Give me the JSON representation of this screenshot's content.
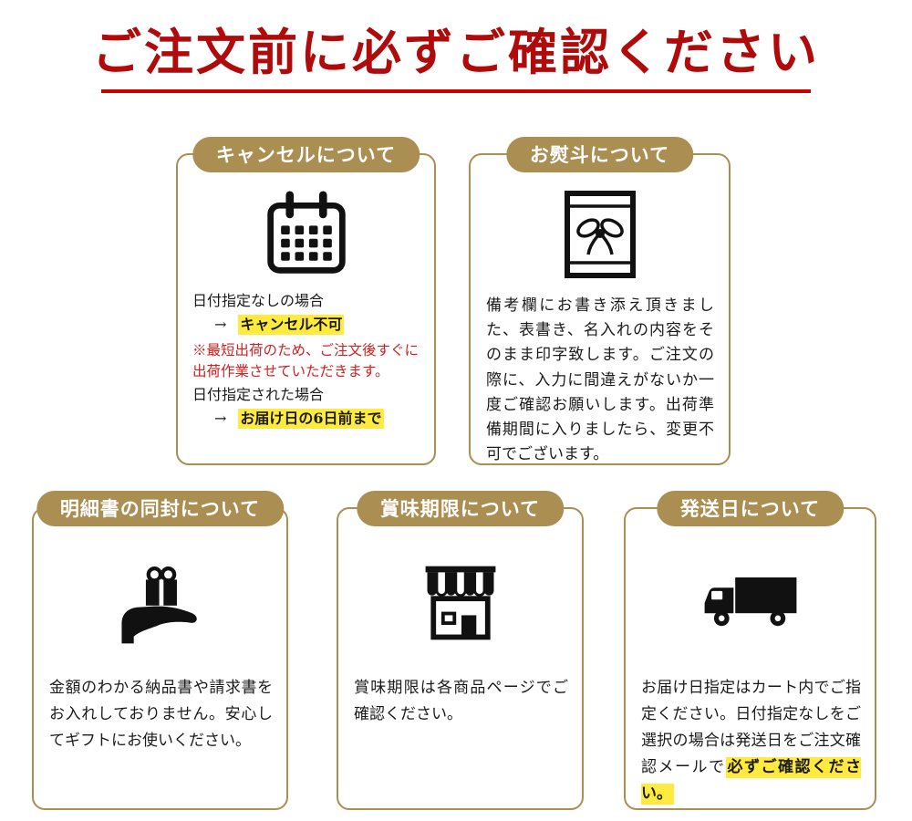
{
  "title": "ご注文前に必ずご確認ください",
  "colors": {
    "title_red": "#b00a0a",
    "underline_red": "#c70000",
    "gold_accent": "#ab8e52",
    "highlight_yellow": "#ffeb3d",
    "note_red": "#d32020",
    "text_black": "#1b1b1b"
  },
  "icons": {
    "cancel": "calendar-icon",
    "noshi": "noshi-gift-wrap-icon",
    "statement": "hand-holding-gift-icon",
    "expiry": "storefront-icon",
    "shipping": "delivery-truck-icon"
  },
  "cards": {
    "cancel": {
      "header": "キャンセルについて",
      "case1": "日付指定なしの場合",
      "arrow1": "→",
      "case1_result": "キャンセル不可",
      "note": "※最短出荷のため、ご注文後すぐに出荷作業させていただきます。",
      "case2": "日付指定された場合",
      "arrow2": "→",
      "case2_result": "お届け日の6日前まで"
    },
    "noshi": {
      "header": "お熨斗について",
      "body": "備考欄にお書き添え頂きました、表書き、名入れの内容をそのまま印字致します。ご注文の際に、入力に間違えがないか一度ご確認お願いします。出荷準備期間に入りましたら、変更不可でございます。"
    },
    "statement": {
      "header": "明細書の同封について",
      "body": "金額のわかる納品書や請求書をお入れしておりません。安心してギフトにお使いください。"
    },
    "expiry": {
      "header": "賞味期限について",
      "body": "賞味期限は各商品ページでご確認ください。"
    },
    "shipping": {
      "header": "発送日について",
      "body_start": "お届け日指定はカート内でご指定ください。日付指定なしをご選択の場合は発送日をご注文確認メールで",
      "body_highlight": "必ずご確認ください。"
    }
  }
}
